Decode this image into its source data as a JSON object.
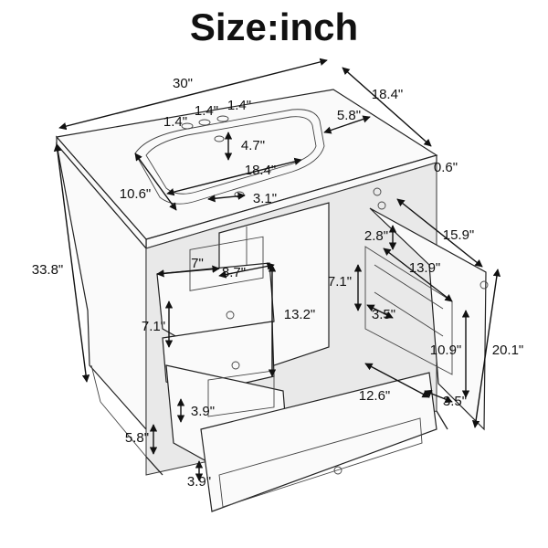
{
  "title": "Size:inch",
  "dimensions": {
    "width": "30\"",
    "depth": "18.4\"",
    "hole_spacing_left": "1.4\"",
    "hole_spacing_mid": "1.4\"",
    "hole_spacing_right": "1.4\"",
    "faucet_to_basin": "4.7\"",
    "basin_rim": "5.8\"",
    "top_thickness": "0.6\"",
    "basin_width": "18.4\"",
    "basin_depth": "10.6\"",
    "drain_offset": "3.1\"",
    "total_height": "33.8\"",
    "drawer_width": "7\"",
    "drawer_depth": "8.7\"",
    "drawer_height_front": "7.1\"",
    "drawer_stack_height": "13.2\"",
    "drawer_gap": "3.9\"",
    "leg_height": "5.8\"",
    "bottom_drawer_gap": "3.9\"",
    "shelf_height": "2.8\"",
    "door_depth": "15.9\"",
    "door_shelf_width": "13.9\"",
    "door_inner_height": "7.1\"",
    "door_shelf_depth": "3.5\"",
    "door_height": "10.9\"",
    "door_full_height": "20.1\"",
    "bottom_drawer_depth": "12.6\"",
    "door_bottom_depth": "3.5\""
  }
}
